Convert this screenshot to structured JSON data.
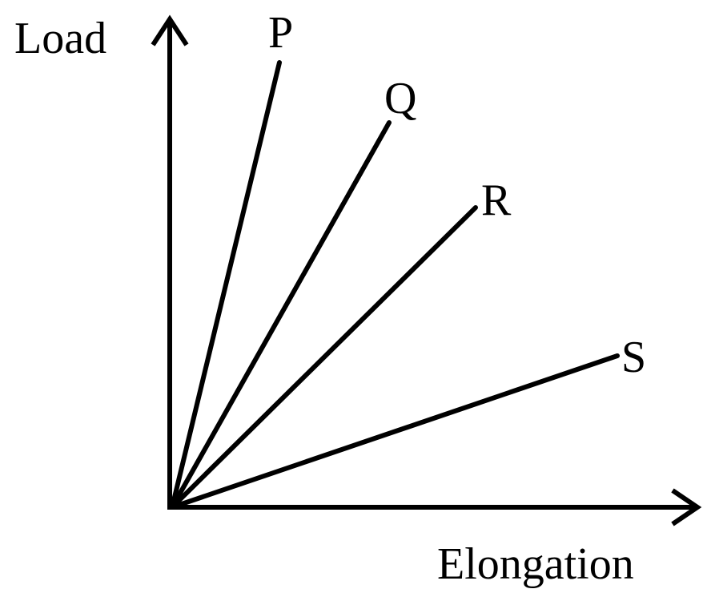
{
  "axes": {
    "y_label": "Load",
    "x_label": "Elongation"
  },
  "lines": [
    {
      "label": "P"
    },
    {
      "label": "Q"
    },
    {
      "label": "R"
    },
    {
      "label": "S"
    }
  ],
  "colors": {
    "ink": "#000000",
    "background": "#ffffff"
  }
}
